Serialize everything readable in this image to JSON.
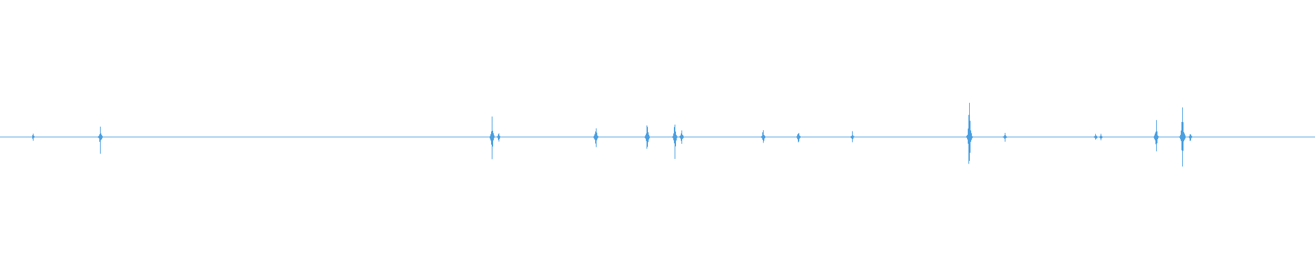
{
  "waveform": {
    "color": "#4a9fe0",
    "background": "#ffffff",
    "baseline_level": 0.5,
    "noise_amplitude": 0.02,
    "spikes": [
      {
        "position": 0.025,
        "amplitude": 0.04
      },
      {
        "position": 0.076,
        "amplitude": 0.14
      },
      {
        "position": 0.374,
        "amplitude": 0.22
      },
      {
        "position": 0.379,
        "amplitude": 0.06
      },
      {
        "position": 0.453,
        "amplitude": 0.16
      },
      {
        "position": 0.492,
        "amplitude": 0.18
      },
      {
        "position": 0.513,
        "amplitude": 0.2
      },
      {
        "position": 0.518,
        "amplitude": 0.12
      },
      {
        "position": 0.58,
        "amplitude": 0.1
      },
      {
        "position": 0.607,
        "amplitude": 0.08
      },
      {
        "position": 0.648,
        "amplitude": 0.06
      },
      {
        "position": 0.737,
        "amplitude": 0.55
      },
      {
        "position": 0.764,
        "amplitude": 0.06
      },
      {
        "position": 0.833,
        "amplitude": 0.05
      },
      {
        "position": 0.837,
        "amplitude": 0.04
      },
      {
        "position": 0.879,
        "amplitude": 0.18
      },
      {
        "position": 0.899,
        "amplitude": 0.45
      },
      {
        "position": 0.905,
        "amplitude": 0.06
      }
    ]
  }
}
